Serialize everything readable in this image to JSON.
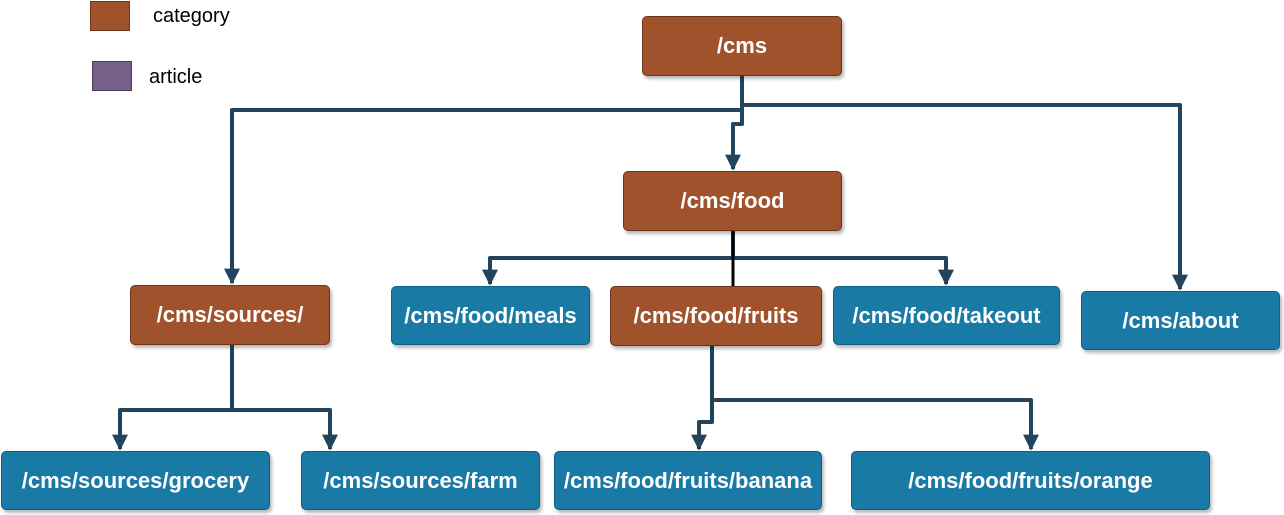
{
  "colors": {
    "category": "#a0522d",
    "article": "#1a7aa6",
    "article_legend": "#76608a",
    "connector": "#23445d"
  },
  "legend": {
    "category_label": "category",
    "article_label": "article"
  },
  "nodes": {
    "cms": "/cms",
    "food": "/cms/food",
    "sources": "/cms/sources/",
    "meals": "/cms/food/meals",
    "fruits": "/cms/food/fruits",
    "takeout": "/cms/food/takeout",
    "about": "/cms/about",
    "grocery": "/cms/sources/grocery",
    "farm": "/cms/sources/farm",
    "banana": "/cms/food/fruits/banana",
    "orange": "/cms/food/fruits/orange"
  }
}
